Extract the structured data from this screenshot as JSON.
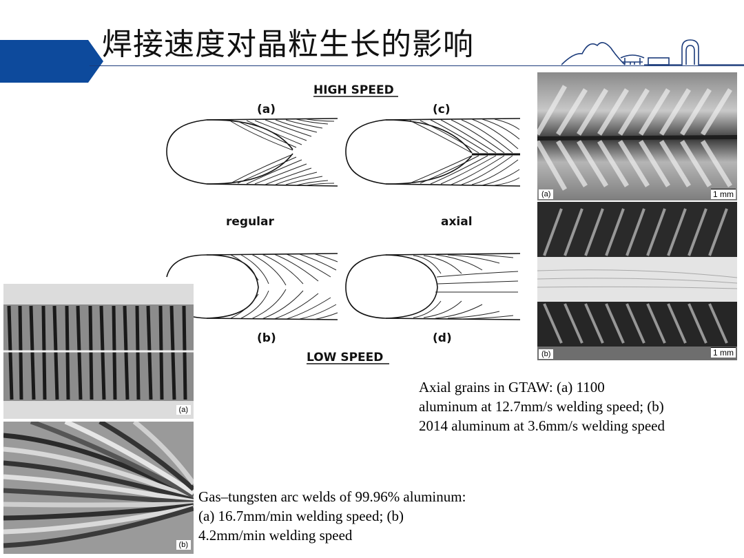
{
  "slide": {
    "title": "焊接速度对晶粒生长的影响"
  },
  "diagram": {
    "high_speed": "HIGH SPEED",
    "low_speed": "LOW SPEED",
    "label_a": "(a)",
    "label_b": "(b)",
    "label_c": "(c)",
    "label_d": "(d)",
    "regular": "regular",
    "axial": "axial"
  },
  "photos": {
    "right_a_tag": "(a)",
    "right_b_tag": "(b)",
    "right_scale": "1 mm",
    "left_a_tag": "(a)",
    "left_b_tag": "(b)"
  },
  "captions": {
    "right_line1": "Axial grains in GTAW: (a) 1100",
    "right_line2": "aluminum at 12.7mm/s welding speed; (b)",
    "right_line3": "2014 aluminum at 3.6mm/s welding speed",
    "left_line1": "Gas–tungsten arc welds of 99.96% aluminum:",
    "left_line2": "(a) 16.7mm/min welding speed; (b)",
    "left_line3": "4.2mm/min welding speed"
  },
  "colors": {
    "accent": "#0d4a9c",
    "text": "#000000"
  }
}
